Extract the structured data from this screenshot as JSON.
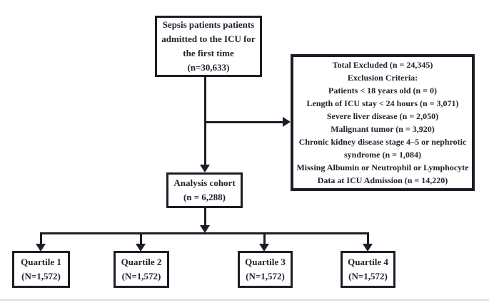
{
  "diagram": {
    "colors": {
      "border": "#1d1d28",
      "text": "#23232e",
      "background": "#ffffff"
    },
    "top_box": {
      "lines": [
        "Sepsis patients patients",
        "admitted to the ICU for",
        "the first time",
        "(n=30,633)"
      ]
    },
    "exclusion_box": {
      "lines": [
        "Total Excluded (n = 24,345)",
        "Exclusion Criteria:",
        "Patients < 18 years old (n = 0)",
        "Length of ICU stay < 24 hours (n = 3,071)",
        "Severe liver disease (n = 2,050)",
        "Malignant tumor (n = 3,920)",
        "Chronic kidney disease stage 4–5 or nephrotic",
        "syndrome (n = 1,084)",
        "Missing Albumin or Neutrophil or Lymphocyte",
        "Data at ICU Admission (n = 14,220)"
      ]
    },
    "analysis_box": {
      "lines": [
        "Analysis cohort",
        "(n = 6,288)"
      ]
    },
    "quartile_boxes": [
      {
        "label": "Quartile 1",
        "count": "(N=1,572)"
      },
      {
        "label": "Quartile 2",
        "count": "(N=1,572)"
      },
      {
        "label": "Quartile 3",
        "count": "(N=1,572)"
      },
      {
        "label": "Quartile 4",
        "count": "(N=1,572)"
      }
    ]
  }
}
